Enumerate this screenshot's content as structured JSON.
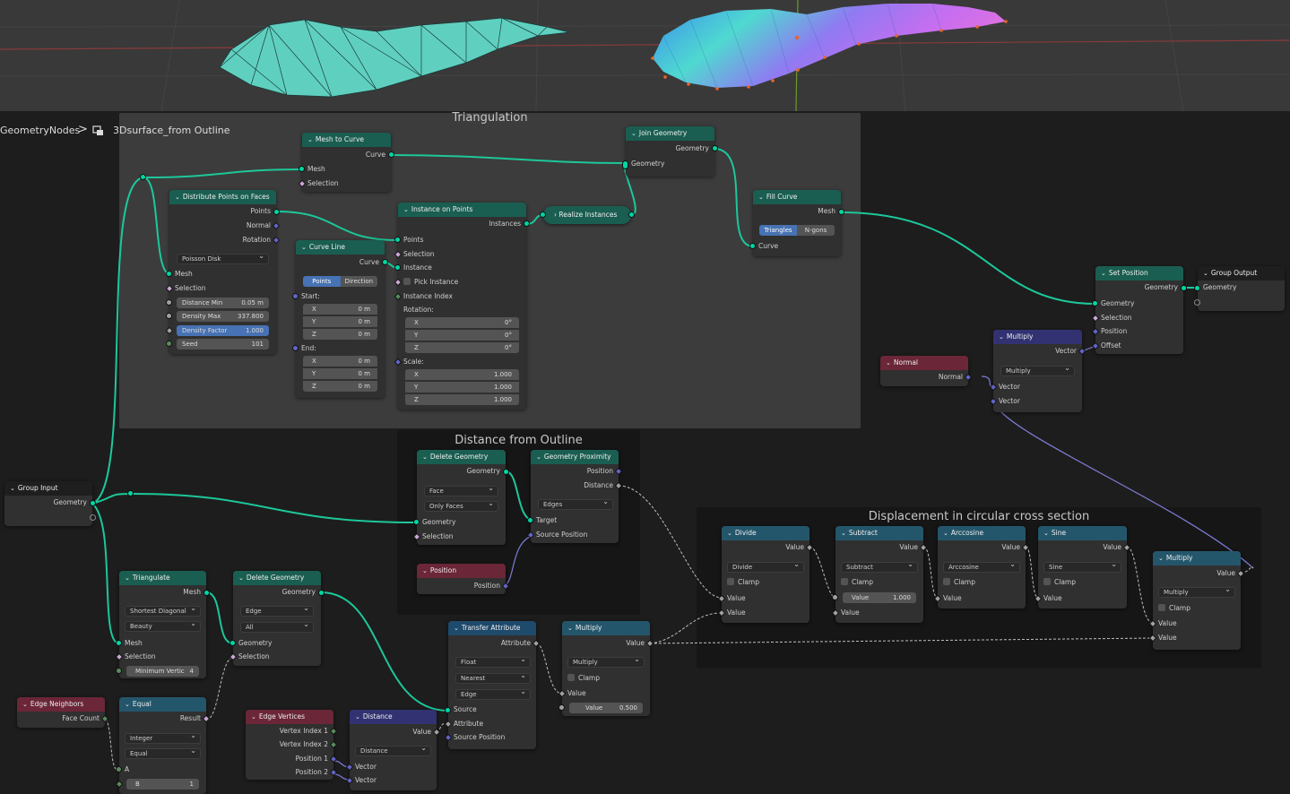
{
  "breadcrumb": {
    "tree": "GeometryNodes",
    "separator": ">",
    "group": "3Dsurface_from Outline"
  },
  "frames": {
    "triangulation": "Triangulation",
    "distance": "Distance from Outline",
    "displacement": "Displacement in circular cross section"
  },
  "colors": {
    "geometry_socket": "#00d6a3",
    "vector_socket": "#6363c7",
    "float_socket": "#a1a1a1",
    "int_socket": "#598c5c",
    "bool_socket": "#cca6d6",
    "wire_geometry": "#1dc79a",
    "selected_field": "#4772b3",
    "mesh_wire_color": "#5fd0c0"
  },
  "nodes": {
    "mesh_to_curve": {
      "title": "Mesh to Curve",
      "out_curve": "Curve",
      "in_mesh": "Mesh",
      "in_selection": "Selection"
    },
    "join_geometry": {
      "title": "Join Geometry",
      "out": "Geometry",
      "in": "Geometry"
    },
    "distribute": {
      "title": "Distribute Points on Faces",
      "out_points": "Points",
      "out_normal": "Normal",
      "out_rotation": "Rotation",
      "mode": "Poisson Disk",
      "in_mesh": "Mesh",
      "in_selection": "Selection",
      "distance_min_label": "Distance Min",
      "distance_min": "0.05 m",
      "density_max_label": "Density Max",
      "density_max": "337.800",
      "density_factor_label": "Density Factor",
      "density_factor": "1.000",
      "seed_label": "Seed",
      "seed": "101"
    },
    "curve_line": {
      "title": "Curve Line",
      "out": "Curve",
      "mode_points": "Points",
      "mode_direction": "Direction",
      "start": "Start:",
      "end": "End:",
      "x": "X",
      "y": "Y",
      "z": "Z",
      "start_x": "0 m",
      "start_y": "0 m",
      "start_z": "0 m",
      "end_x": "0 m",
      "end_y": "0 m",
      "end_z": "0 m"
    },
    "instance_on_points": {
      "title": "Instance on Points",
      "out": "Instances",
      "in_points": "Points",
      "in_selection": "Selection",
      "in_instance": "Instance",
      "pick_instance": "Pick Instance",
      "instance_index": "Instance Index",
      "rotation": "Rotation:",
      "rot_x": "0°",
      "rot_y": "0°",
      "rot_z": "0°",
      "scale": "Scale:",
      "scale_x": "1.000",
      "scale_y": "1.000",
      "scale_z": "1.000",
      "x": "X",
      "y": "Y",
      "z": "Z"
    },
    "realize": {
      "title": "Realize Instances"
    },
    "fill_curve": {
      "title": "Fill Curve",
      "out": "Mesh",
      "mode_triangles": "Triangles",
      "mode_ngons": "N-gons",
      "in": "Curve"
    },
    "set_position": {
      "title": "Set Position",
      "out": "Geometry",
      "in_geo": "Geometry",
      "in_sel": "Selection",
      "in_pos": "Position",
      "in_offset": "Offset"
    },
    "group_output": {
      "title": "Group Output",
      "in": "Geometry"
    },
    "normal": {
      "title": "Normal",
      "out": "Normal"
    },
    "multiply_vec": {
      "title": "Multiply",
      "out": "Vector",
      "op": "Multiply",
      "in_a": "Vector",
      "in_b": "Vector"
    },
    "group_input": {
      "title": "Group Input",
      "out": "Geometry"
    },
    "delete_geo_1": {
      "title": "Delete Geometry",
      "out": "Geometry",
      "domain": "Face",
      "mode": "Only Faces",
      "in_geo": "Geometry",
      "in_sel": "Selection"
    },
    "geo_proximity": {
      "title": "Geometry Proximity",
      "out_pos": "Position",
      "out_dist": "Distance",
      "target": "Edges",
      "in_target": "Target",
      "in_source": "Source Position"
    },
    "position": {
      "title": "Position",
      "out": "Position"
    },
    "triangulate": {
      "title": "Triangulate",
      "out": "Mesh",
      "quad": "Shortest Diagonal",
      "ngon": "Beauty",
      "in_mesh": "Mesh",
      "in_sel": "Selection",
      "min_label": "Minimum Vertic",
      "min_value": "4"
    },
    "delete_geo_2": {
      "title": "Delete Geometry",
      "out": "Geometry",
      "domain": "Edge",
      "mode": "All",
      "in_geo": "Geometry",
      "in_sel": "Selection"
    },
    "edge_neighbors": {
      "title": "Edge Neighbors",
      "out": "Face Count"
    },
    "equal": {
      "title": "Equal",
      "out": "Result",
      "type": "Integer",
      "op": "Equal",
      "in_a": "A",
      "in_b": "B",
      "b_value": "1"
    },
    "edge_vertices": {
      "title": "Edge Vertices",
      "o1": "Vertex Index 1",
      "o2": "Vertex Index 2",
      "o3": "Position 1",
      "o4": "Position 2"
    },
    "distance": {
      "title": "Distance",
      "out": "Value",
      "op": "Distance",
      "in_a": "Vector",
      "in_b": "Vector"
    },
    "transfer": {
      "title": "Transfer Attribute",
      "out": "Attribute",
      "type": "Float",
      "mode": "Nearest",
      "domain": "Edge",
      "in_source": "Source",
      "in_attr": "Attribute",
      "in_pos": "Source Position"
    },
    "multiply_f": {
      "title": "Multiply",
      "out": "Value",
      "op": "Multiply",
      "clamp": "Clamp",
      "in_v": "Value",
      "v_label": "Value",
      "v_value": "0.500"
    },
    "divide": {
      "title": "Divide",
      "out": "Value",
      "op": "Divide",
      "clamp": "Clamp",
      "in_a": "Value",
      "in_b": "Value"
    },
    "subtract": {
      "title": "Subtract",
      "out": "Value",
      "op": "Subtract",
      "clamp": "Clamp",
      "in_a": "Value",
      "v_label": "Value",
      "v_value": "1.000"
    },
    "arccosine": {
      "title": "Arccosine",
      "out": "Value",
      "op": "Arccosine",
      "clamp": "Clamp",
      "in_a": "Value"
    },
    "sine": {
      "title": "Sine",
      "out": "Value",
      "op": "Sine",
      "clamp": "Clamp",
      "in_a": "Value"
    },
    "multiply_f2": {
      "title": "Multiply",
      "out": "Value",
      "op": "Multiply",
      "clamp": "Clamp",
      "in_a": "Value",
      "in_b": "Value"
    }
  }
}
